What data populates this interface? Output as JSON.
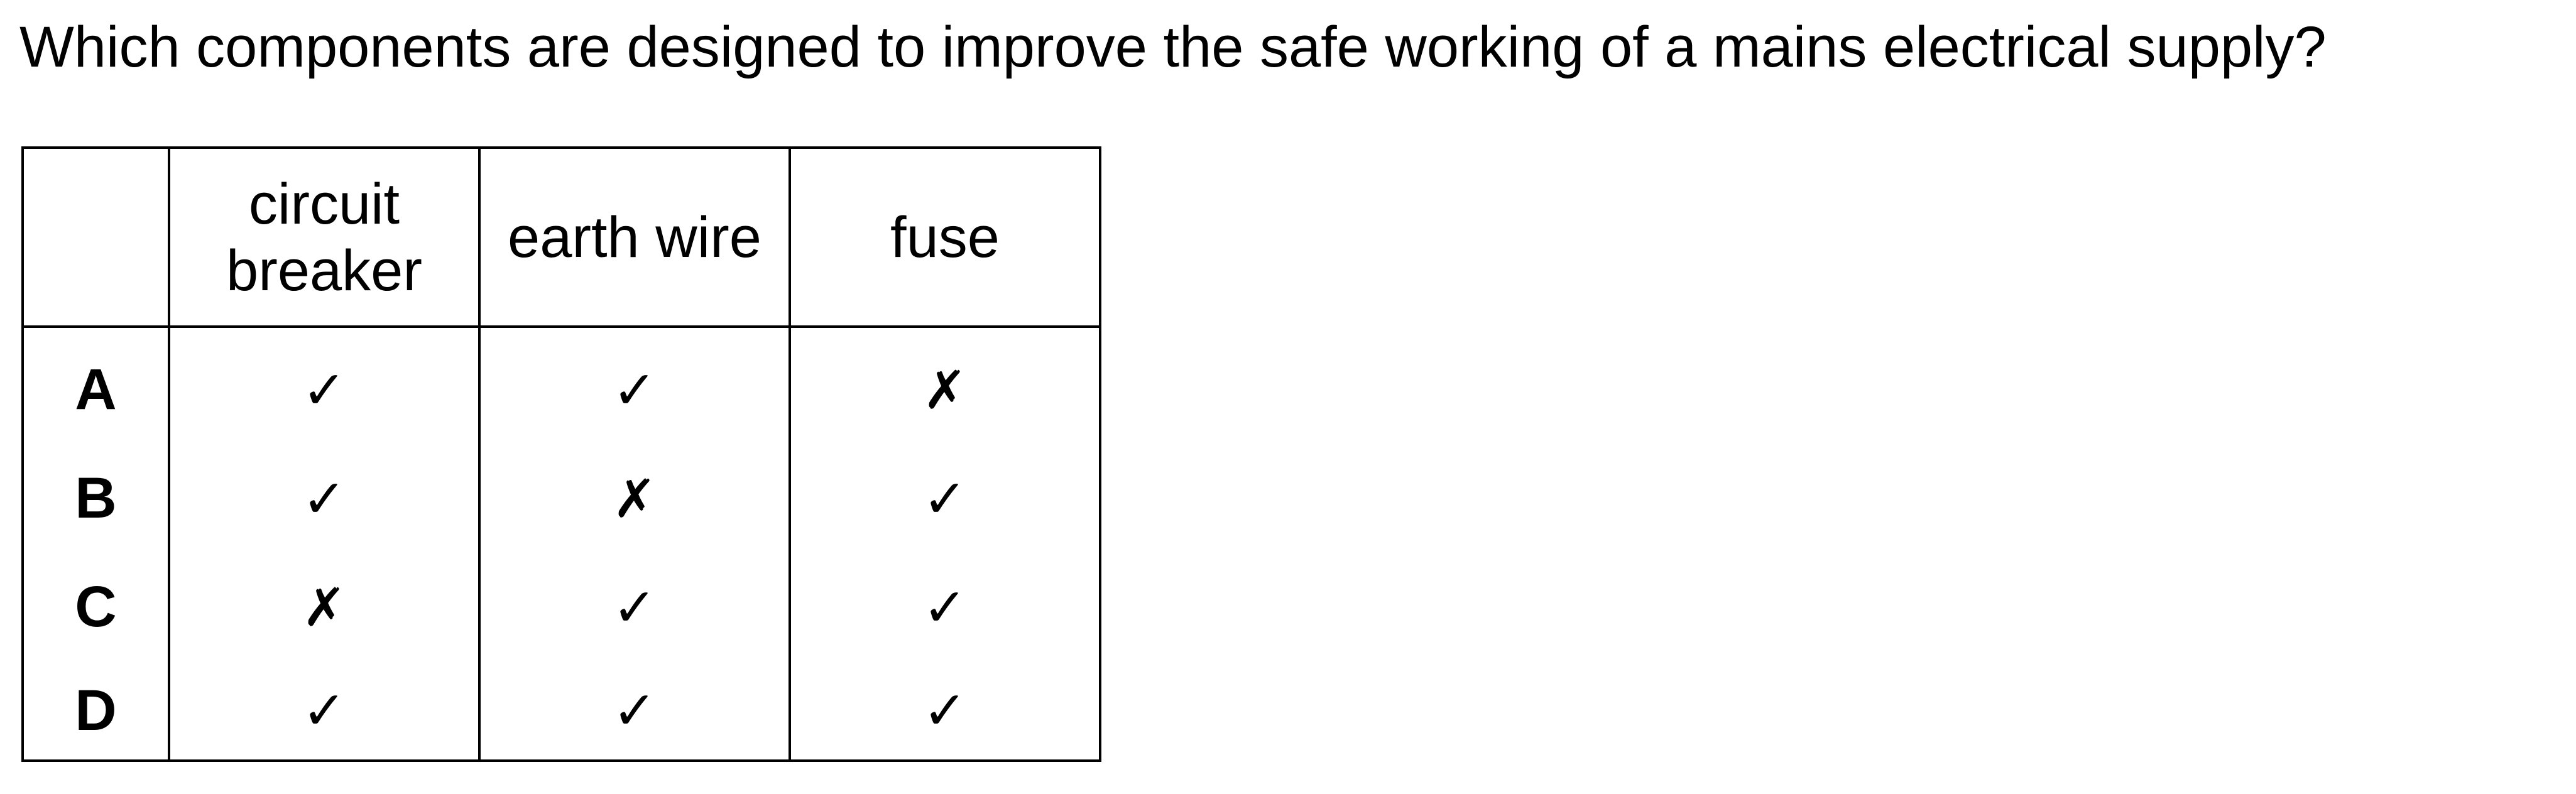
{
  "question": "Which components are designed to improve the safe working of a mains electrical supply?",
  "table": {
    "columns": [
      "circuit breaker",
      "earth wire",
      "fuse"
    ],
    "rows": [
      {
        "key": "A",
        "marks": [
          "✓",
          "✓",
          "✗"
        ]
      },
      {
        "key": "B",
        "marks": [
          "✓",
          "✗",
          "✓"
        ]
      },
      {
        "key": "C",
        "marks": [
          "✗",
          "✓",
          "✓"
        ]
      },
      {
        "key": "D",
        "marks": [
          "✓",
          "✓",
          "✓"
        ]
      }
    ]
  }
}
